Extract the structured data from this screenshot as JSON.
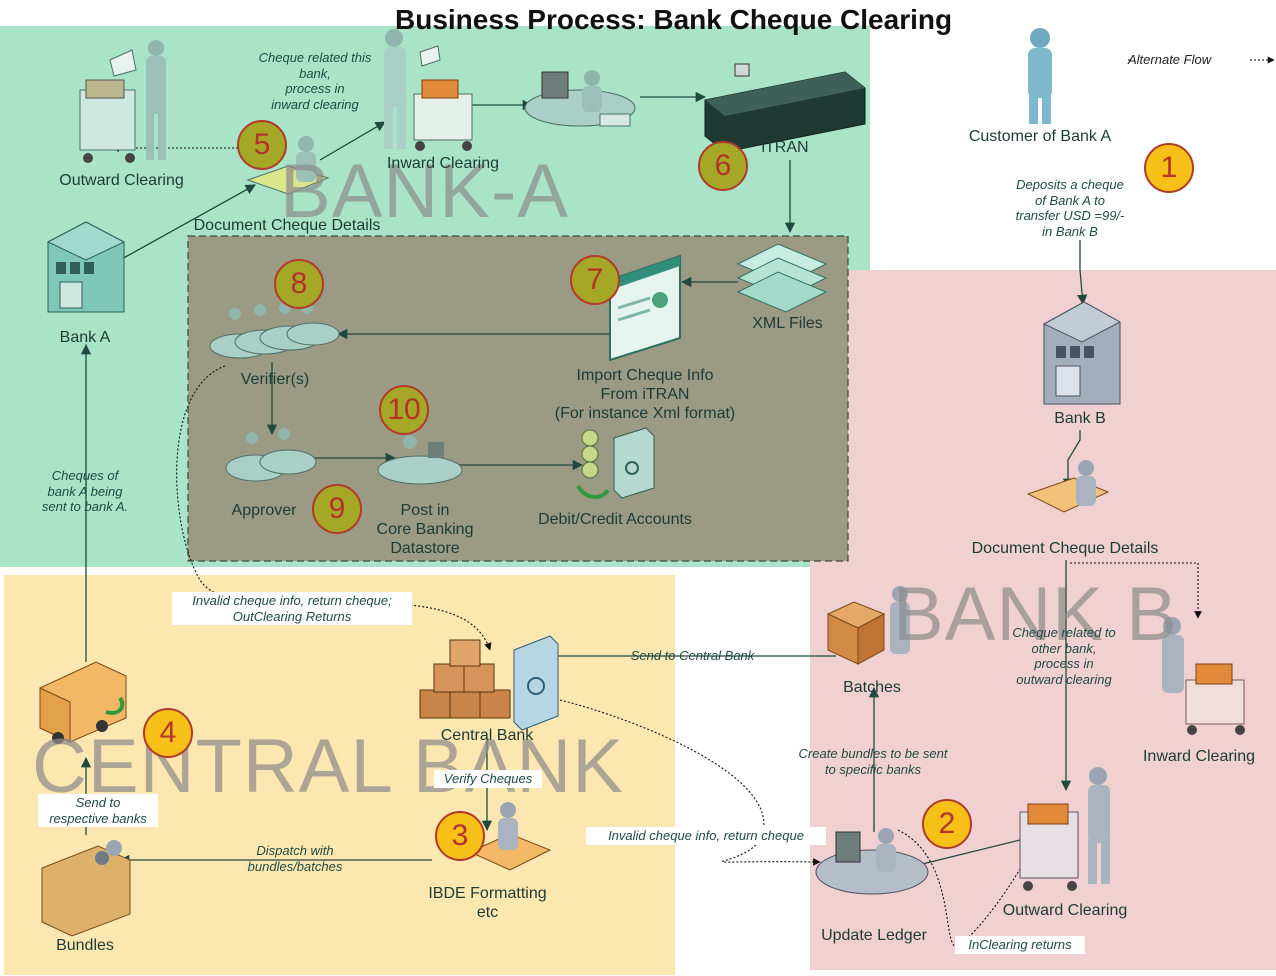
{
  "title": "Business Process: Bank Cheque Clearing",
  "legend": {
    "alternate_flow": "Alternate Flow"
  },
  "zones": {
    "bank_a": "BANK-A",
    "bank_b": "BANK B",
    "central_bank": "CENTRAL BANK"
  },
  "nodes": {
    "outward_clearing_a": "Outward Clearing",
    "inward_clearing_a": "Inward Clearing",
    "itran": "iTRAN",
    "document_cheque_details_a": "Document Cheque Details",
    "bank_a": "Bank A",
    "xml_files": "XML Files",
    "import_cheque_info": "Import Cheque Info\nFrom iTRAN\n(For instance Xml format)",
    "verifiers": "Verifier(s)",
    "approver": "Approver",
    "post_core_banking": "Post in\nCore Banking\nDatastore",
    "debit_credit": "Debit/Credit Accounts",
    "customer_bank_a": "Customer of Bank A",
    "bank_b": "Bank B",
    "document_cheque_details_b": "Document Cheque Details",
    "batches": "Batches",
    "inward_clearing_b": "Inward Clearing",
    "central_bank": "Central Bank",
    "ibde_formatting": "IBDE Formatting\netc",
    "bundles": "Bundles",
    "update_ledger": "Update Ledger",
    "outward_clearing_b": "Outward Clearing"
  },
  "annotations": {
    "cheque_related_this_bank": "Cheque related this\nbank,\nprocess in\ninward clearing",
    "deposits_cheque": "Deposits a cheque\nof Bank A to\ntransfer USD =99/-\nin Bank B",
    "cheques_of_bank_a": "Cheques of\nbank A being\nsent to bank A.",
    "invalid_return_outclearing": "Invalid cheque info, return cheque;\nOutClearing Returns",
    "send_to_central_bank": "Send to Central Bank",
    "cheque_related_other_bank": "Cheque related to\nother bank,\nprocess in\noutward clearing",
    "verify_cheques": "Verify Cheques",
    "send_to_respective_banks": "Send to\nrespective banks",
    "create_bundles": "Create bundles to be sent\nto specific banks",
    "dispatch_bundles": "Dispatch with\nbundles/batches",
    "invalid_return_cheque": "Invalid cheque info, return cheque",
    "inclearing_returns": "InClearing returns"
  },
  "steps": [
    "1",
    "2",
    "3",
    "4",
    "5",
    "6",
    "7",
    "8",
    "9",
    "10"
  ],
  "icons": [
    "person-icon",
    "clerk-cart-icon",
    "workstation-icon",
    "sorter-machine-icon",
    "bank-building-icon",
    "documents-icon",
    "browser-window-icon",
    "vault-icon",
    "boxes-icon",
    "truck-icon",
    "conveyor-icon",
    "desk-clerk-icon"
  ],
  "colors": {
    "bank_a_zone": "#a9e4c8",
    "bank_b_zone": "#f0d0d0",
    "central_zone": "#fde7b1",
    "core_zone": "#9b9a84",
    "badge_olive": "#a5a826",
    "badge_gold": "#f6c018",
    "badge_border": "#b13a2a",
    "arrow": "#1f4a40"
  }
}
